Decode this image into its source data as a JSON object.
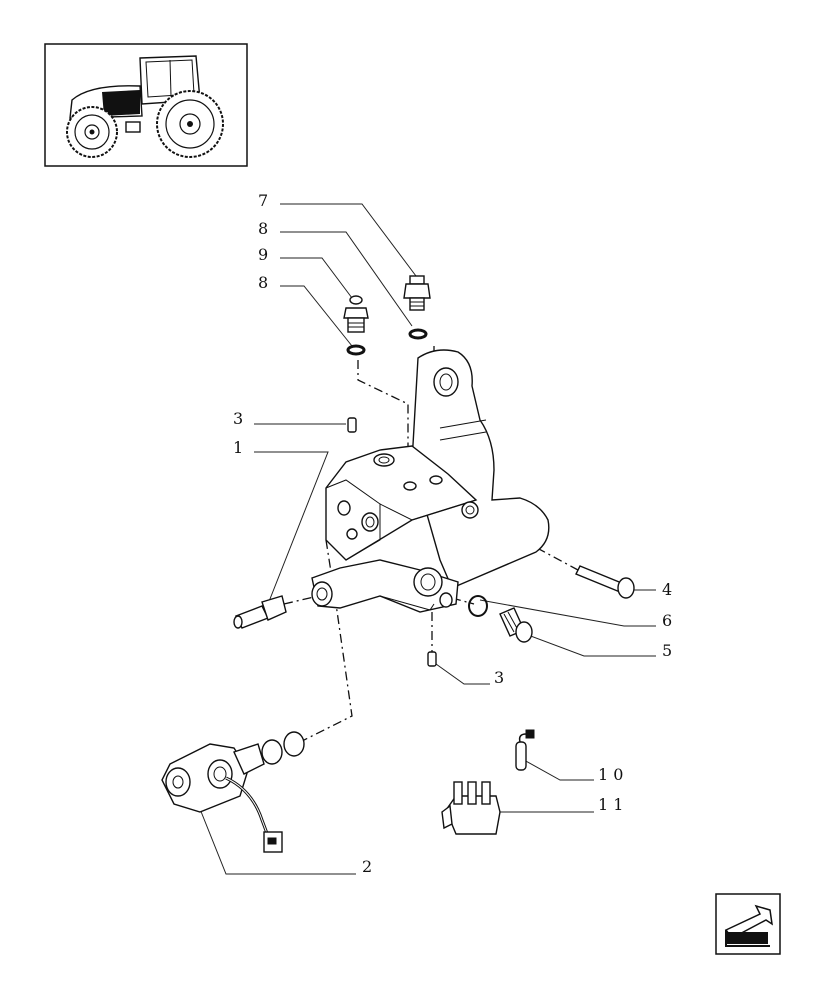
{
  "diagram": {
    "callouts": [
      {
        "id": "c7",
        "label": "7"
      },
      {
        "id": "c8a",
        "label": "8"
      },
      {
        "id": "c9",
        "label": "9"
      },
      {
        "id": "c8b",
        "label": "8"
      },
      {
        "id": "c3a",
        "label": "3"
      },
      {
        "id": "c1",
        "label": "1"
      },
      {
        "id": "c4",
        "label": "4"
      },
      {
        "id": "c6",
        "label": "6"
      },
      {
        "id": "c5",
        "label": "5"
      },
      {
        "id": "c3b",
        "label": "3"
      },
      {
        "id": "c10",
        "label": "1 0"
      },
      {
        "id": "c11",
        "label": "1 1"
      },
      {
        "id": "c2",
        "label": "2"
      }
    ]
  },
  "icons": {
    "thumbnail": "tractor-thumbnail-icon",
    "nav": "back-arrow-icon"
  }
}
